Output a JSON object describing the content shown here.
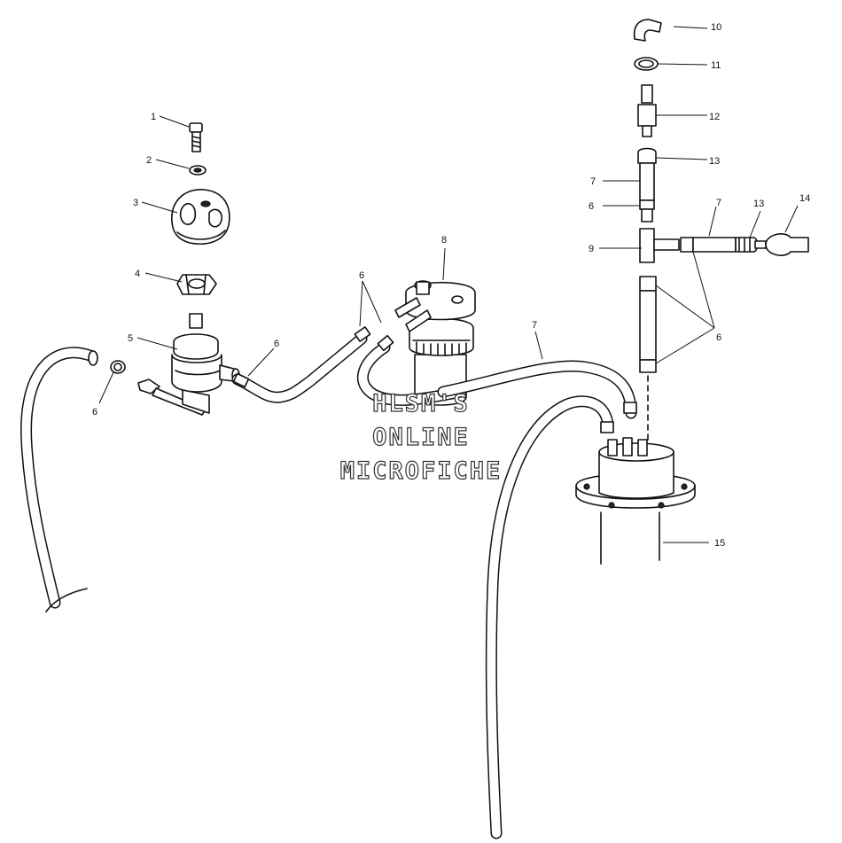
{
  "callouts": [
    {
      "id": "c1",
      "label": "1"
    },
    {
      "id": "c2",
      "label": "2"
    },
    {
      "id": "c3",
      "label": "3"
    },
    {
      "id": "c4",
      "label": "4"
    },
    {
      "id": "c5",
      "label": "5"
    },
    {
      "id": "c6a",
      "label": "6"
    },
    {
      "id": "c6b",
      "label": "6"
    },
    {
      "id": "c6c",
      "label": "6"
    },
    {
      "id": "c6d",
      "label": "6"
    },
    {
      "id": "c6e",
      "label": "6"
    },
    {
      "id": "c7a",
      "label": "7"
    },
    {
      "id": "c7b",
      "label": "7"
    },
    {
      "id": "c7c",
      "label": "7"
    },
    {
      "id": "c8",
      "label": "8"
    },
    {
      "id": "c9",
      "label": "9"
    },
    {
      "id": "c10",
      "label": "10"
    },
    {
      "id": "c11",
      "label": "11"
    },
    {
      "id": "c12",
      "label": "12"
    },
    {
      "id": "c13a",
      "label": "13"
    },
    {
      "id": "c13b",
      "label": "13"
    },
    {
      "id": "c14",
      "label": "14"
    },
    {
      "id": "c15",
      "label": "15"
    }
  ],
  "watermark": {
    "line1": "HLSM'S",
    "line2": "ONLINE",
    "line3": "MICROFICHE"
  }
}
